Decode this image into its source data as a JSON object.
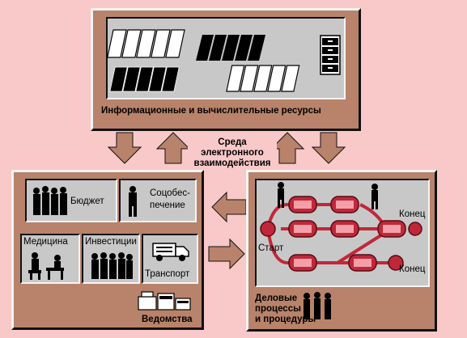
{
  "resources": {
    "title": "Информационные и вычислительные ресурсы"
  },
  "environment": {
    "line1": "Среда",
    "line2": "электронного",
    "line3": "взаимодействия"
  },
  "agencies": {
    "title": "Ведомства",
    "cells": {
      "budget": "Бюджет",
      "social_line1": "Соцобес-",
      "social_line2": "печение",
      "medicine": "Медицина",
      "investments": "Инвестиции",
      "transport": "Транспорт"
    }
  },
  "processes": {
    "title_line1": "Деловые",
    "title_line2": "процессы",
    "title_line3": "и процедуры",
    "start": "Старт",
    "end_top": "Конец",
    "end_bottom": "Конец"
  },
  "colors": {
    "background": "#f9c8c8",
    "frame": "#b8836a",
    "panel": "#c8c8c8",
    "arrow": "#b8836a",
    "process": "#c0283a"
  },
  "icons": [
    "book-stack-icon",
    "filing-cabinet-icon",
    "people-group-icon",
    "person-icon",
    "doctor-patient-icon",
    "truck-icon",
    "office-equipment-icon"
  ]
}
